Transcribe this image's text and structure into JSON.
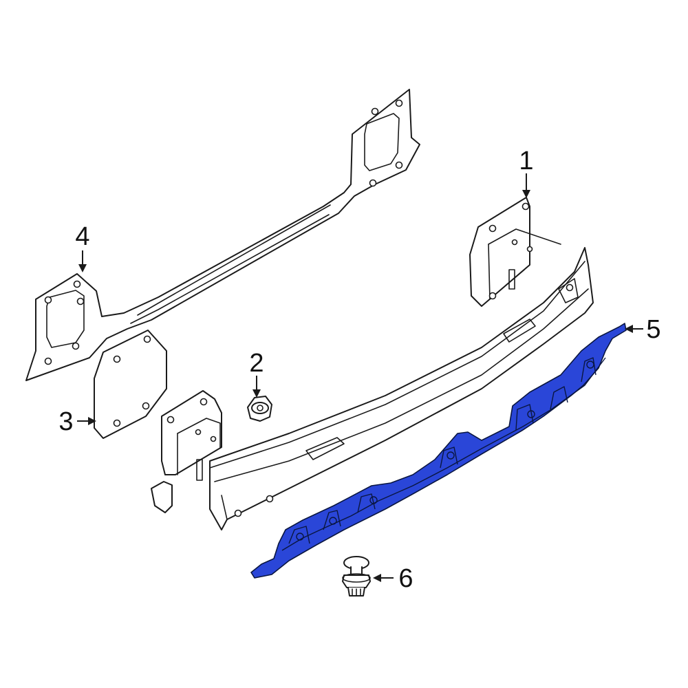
{
  "diagram": {
    "accent_color": "#2a46d8",
    "callouts": [
      {
        "id": "1",
        "label": "1"
      },
      {
        "id": "2",
        "label": "2"
      },
      {
        "id": "3",
        "label": "3"
      },
      {
        "id": "4",
        "label": "4"
      },
      {
        "id": "5",
        "label": "5"
      },
      {
        "id": "6",
        "label": "6"
      }
    ]
  }
}
